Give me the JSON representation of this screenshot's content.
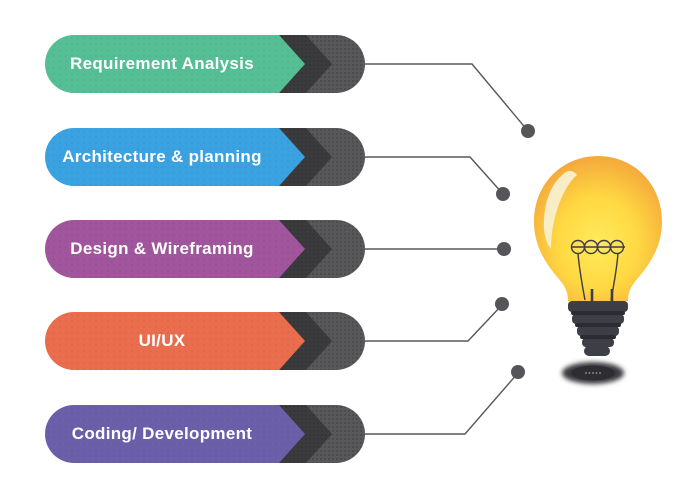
{
  "canvas": {
    "background": "#FFFFFF"
  },
  "steps": [
    {
      "label": "Requirement Analysis",
      "color": "#55BE95"
    },
    {
      "label": "Architecture & planning",
      "color": "#3BA2E2"
    },
    {
      "label": "Design & Wireframing",
      "color": "#A0559C"
    },
    {
      "label": "UI/UX",
      "color": "#EA6E4E"
    },
    {
      "label": "Coding/ Development",
      "color": "#6B5FA9"
    }
  ],
  "ribbon": {
    "shadow_pill_color": "#58585A",
    "chevron_color": "#3B3B3E",
    "text_color": "#FFFFFF"
  },
  "connectors": {
    "line_color": "#58585A",
    "dot_color": "#55555A"
  },
  "lightbulb": {
    "icon": "lightbulb-icon",
    "glass_gradient": [
      "#FFEA5C",
      "#FFD942",
      "#F3A53B"
    ],
    "highlight_color": "#F8EFCD",
    "filament_color": "#3C3C48",
    "base_color": "#3E3E46",
    "base_groove_color": "#2B2B32",
    "shadow_color": "#3A3A3F"
  }
}
